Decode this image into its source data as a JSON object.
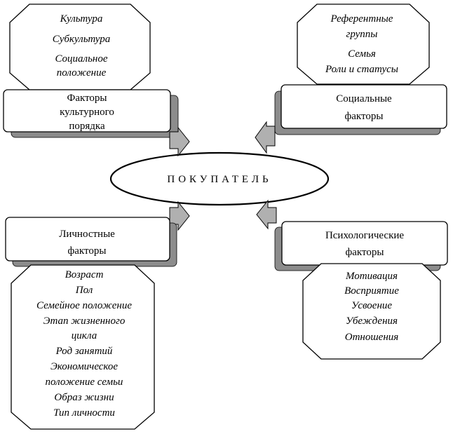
{
  "center": {
    "label": "ПОКУПАТЕЛЬ"
  },
  "groups": [
    {
      "factor_lines": [
        "Факторы",
        "культурного",
        "порядка"
      ],
      "items": [
        "Культура",
        "Субкультура",
        "Социальное",
        "положение"
      ]
    },
    {
      "factor_lines": [
        "Социальные",
        "факторы"
      ],
      "items": [
        "Референтные",
        "группы",
        "Семья",
        "Роли и статусы"
      ]
    },
    {
      "factor_lines": [
        "Личностные",
        "факторы"
      ],
      "items": [
        "Возраст",
        "Пол",
        "Семейное положение",
        "Этап жизненного",
        "цикла",
        "Род занятий",
        "Экономическое",
        "положение семьи",
        "Образ жизни",
        "Тип личности"
      ]
    },
    {
      "factor_lines": [
        "Психологические",
        "факторы"
      ],
      "items": [
        "Мотивация",
        "Восприятие",
        "Усвоение",
        "Убеждения",
        "Отношения"
      ]
    }
  ]
}
